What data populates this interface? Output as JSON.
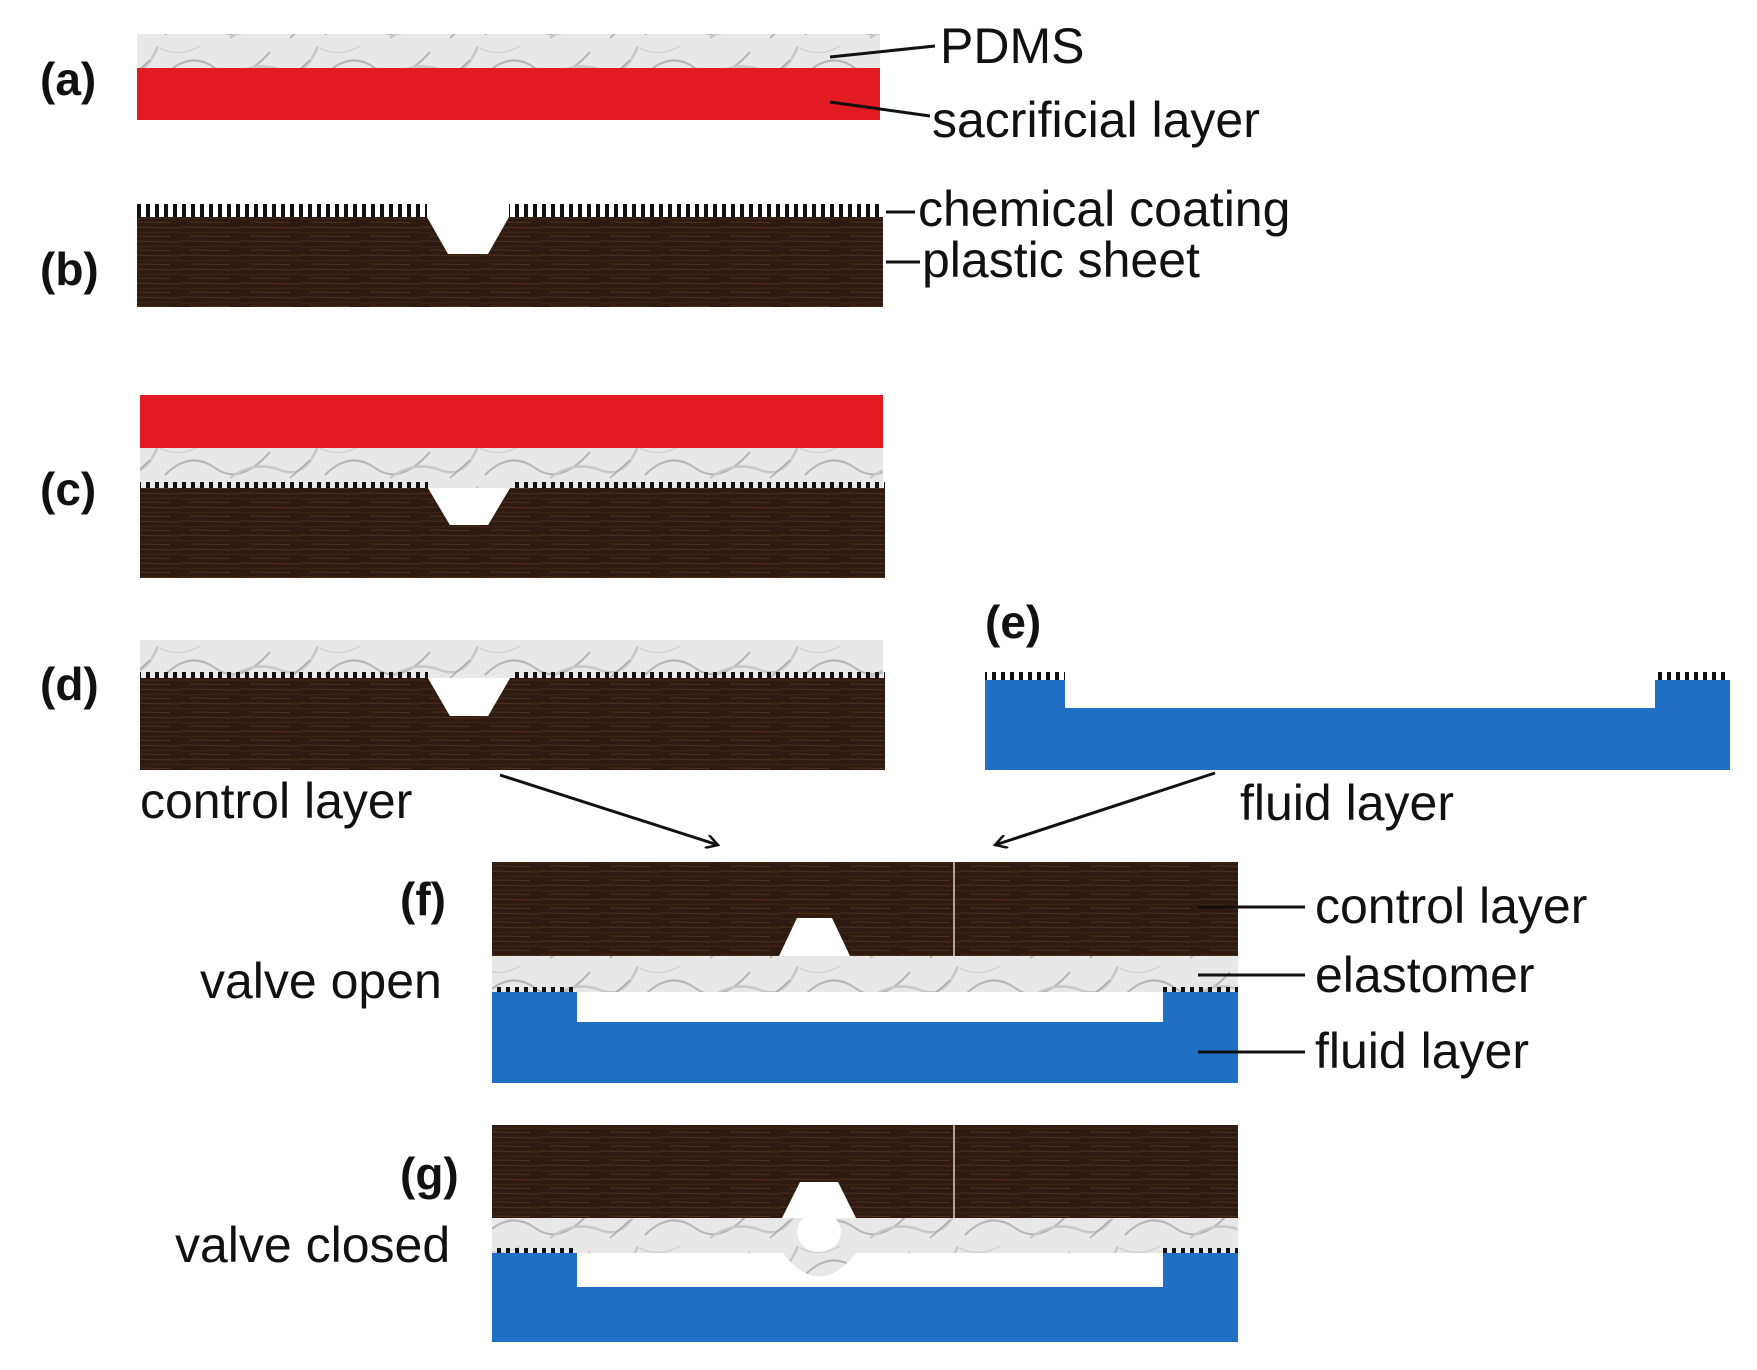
{
  "colors": {
    "pdms": "#e6e6e6",
    "sacrificial": "#e21b23",
    "plastic": "#2e1a10",
    "plastic_grain": "#4a2c1a",
    "fluid": "#1f6fc5",
    "coating": "#111111",
    "background": "#ffffff"
  },
  "panels": {
    "a": "(a)",
    "b": "(b)",
    "c": "(c)",
    "d": "(d)",
    "e": "(e)",
    "f": "(f)",
    "g": "(g)"
  },
  "labels": {
    "pdms": "PDMS",
    "sacrificial_layer": "sacrificial layer",
    "chemical_coating": "chemical coating",
    "plastic_sheet": "plastic sheet",
    "control_layer_d": "control layer",
    "fluid_layer_e": "fluid layer",
    "control_layer_f": "control layer",
    "elastomer": "elastomer",
    "fluid_layer_f": "fluid layer",
    "valve_open": "valve open",
    "valve_closed": "valve closed"
  }
}
